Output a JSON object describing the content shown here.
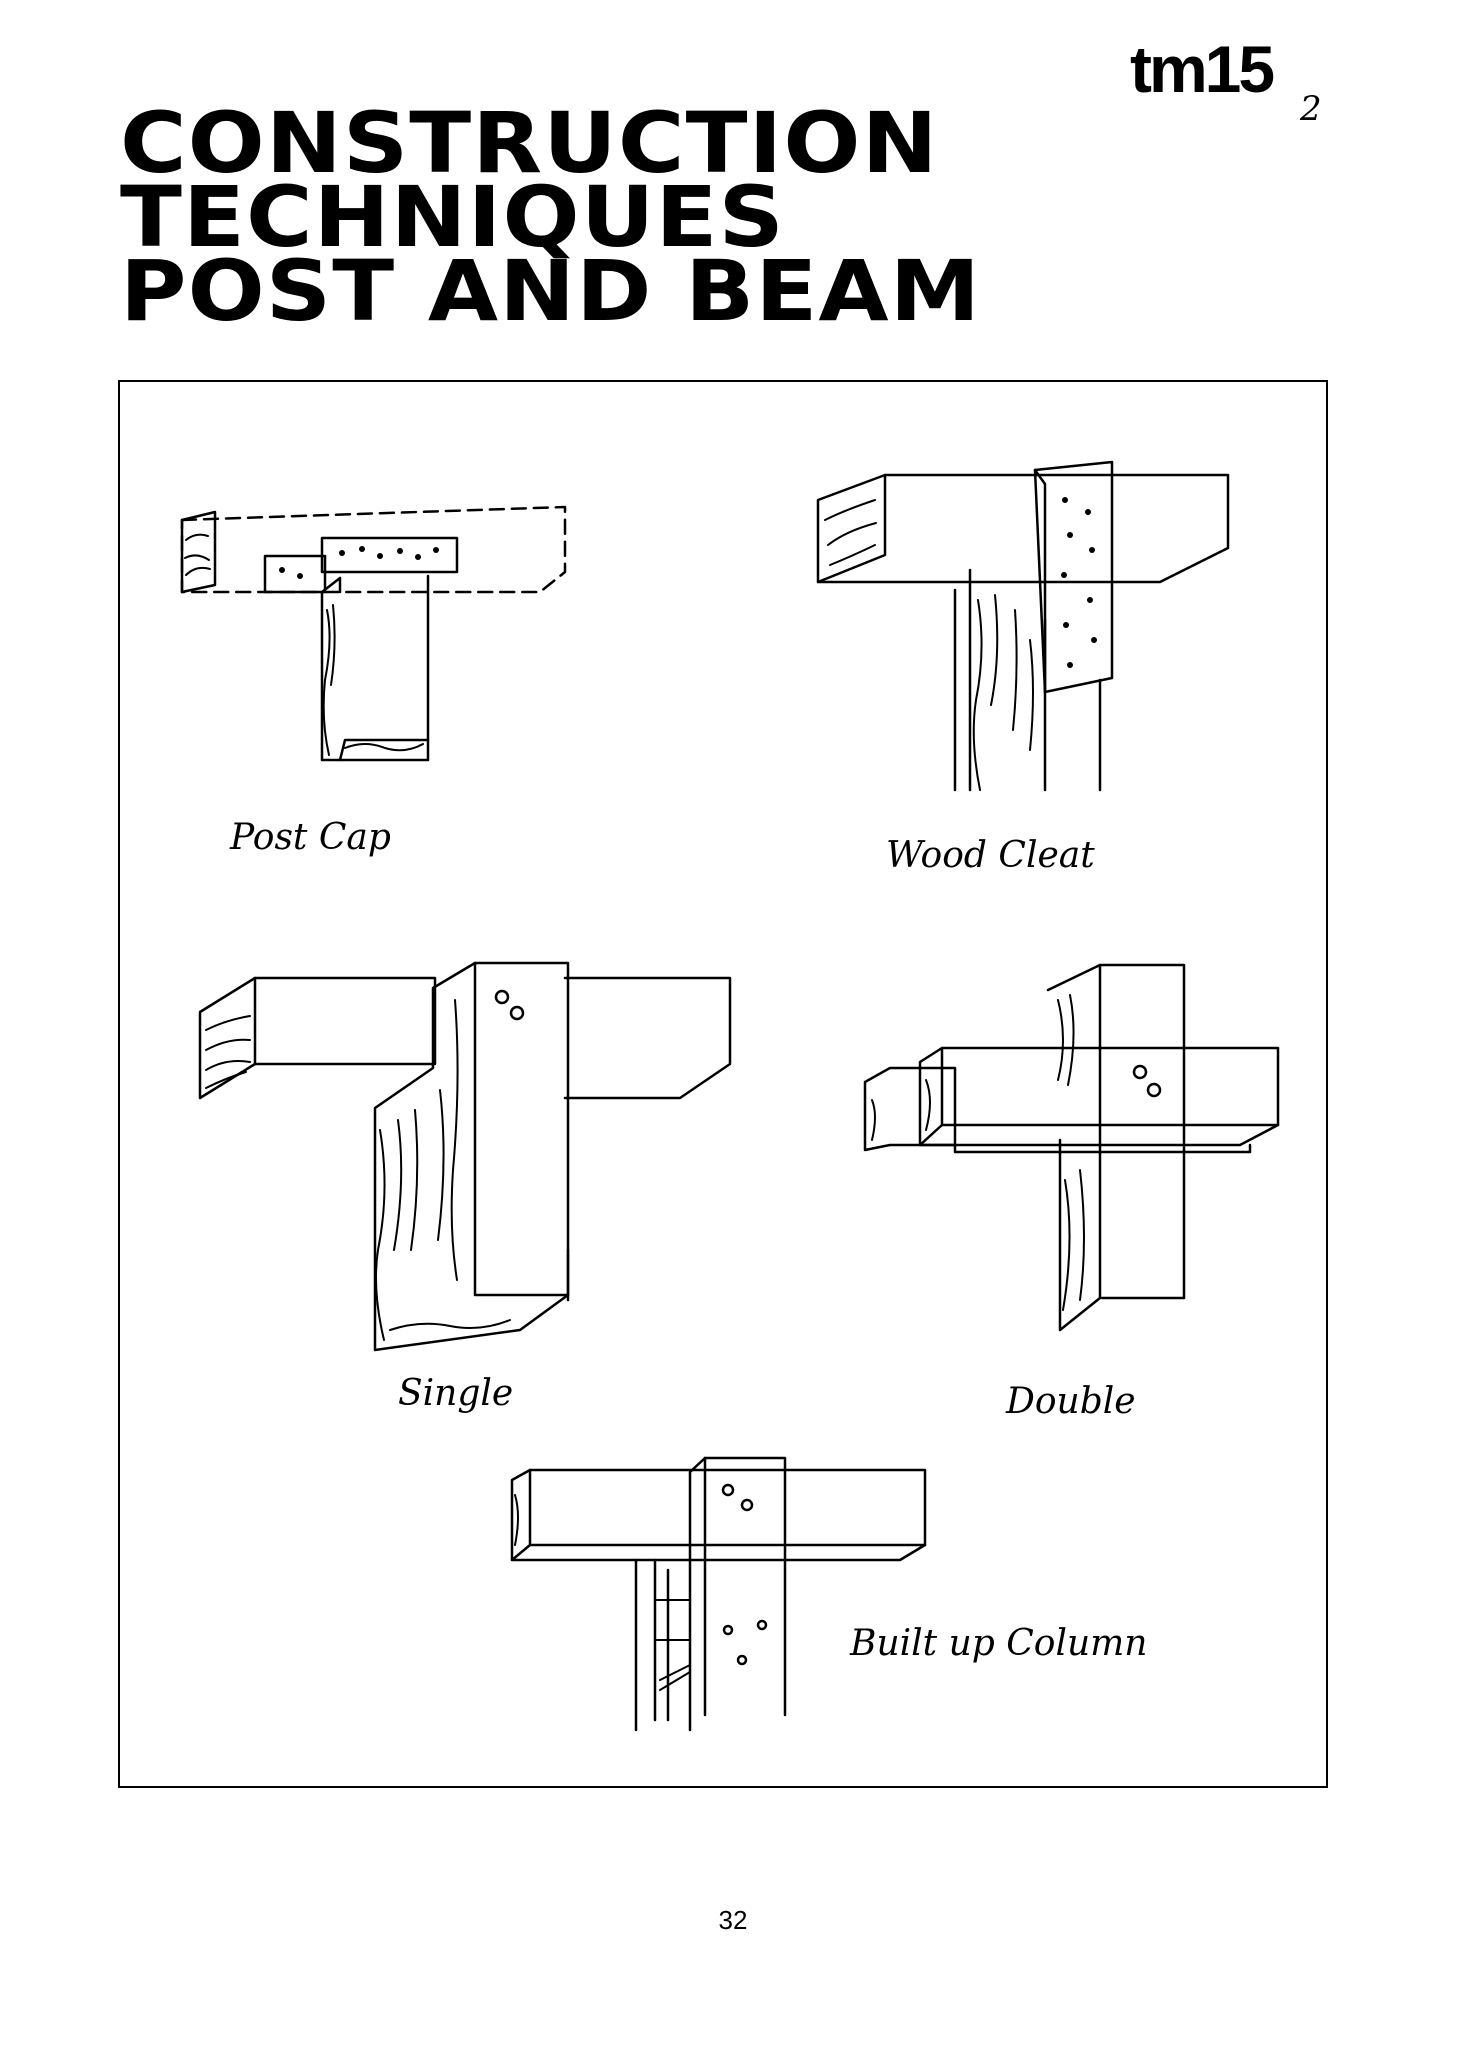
{
  "header": {
    "mark": "tm15",
    "mark_sub": "2"
  },
  "title": {
    "line1": "CONSTRUCTION",
    "line2": "TECHNIQUES",
    "line3": "POST AND BEAM"
  },
  "figures": [
    {
      "label": "Post Cap"
    },
    {
      "label": "Wood Cleat"
    },
    {
      "label": "Single"
    },
    {
      "label": "Double"
    },
    {
      "label": "Built up Column"
    }
  ],
  "footer": {
    "page_number": "32"
  }
}
